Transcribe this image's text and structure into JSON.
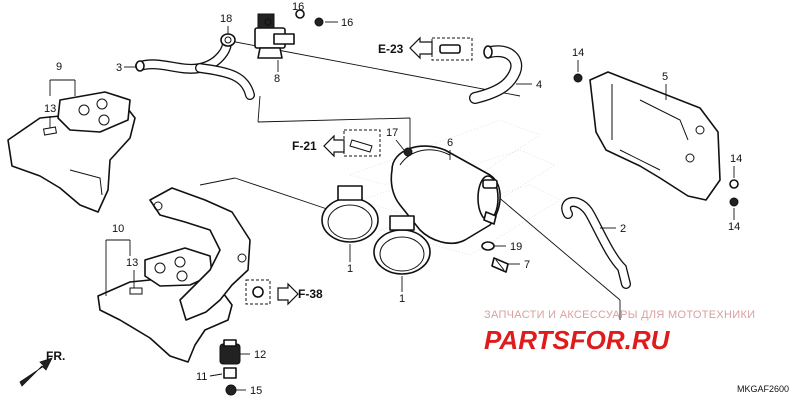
{
  "diagram": {
    "code": "MKGAF2600",
    "direction_label": "FR.",
    "references": {
      "e23": "E-23",
      "f21": "F-21",
      "f38": "F-38"
    },
    "callouts": {
      "c1a": "1",
      "c1b": "1",
      "c2": "2",
      "c3": "3",
      "c4": "4",
      "c5": "5",
      "c6": "6",
      "c7": "7",
      "c8": "8",
      "c9": "9",
      "c10": "10",
      "c11": "11",
      "c12": "12",
      "c13a": "13",
      "c13b": "13",
      "c14a": "14",
      "c14b": "14",
      "c14c": "14",
      "c15": "15",
      "c16": "16",
      "c17": "17",
      "c18": "18",
      "c19": "19"
    }
  },
  "watermark": {
    "subtitle": "ЗАПЧАСТИ И АКСЕССУАРЫ ДЛЯ МОТОТЕХНИКИ",
    "brand": "PARTSFOR.RU",
    "color": "#e01b1b"
  }
}
